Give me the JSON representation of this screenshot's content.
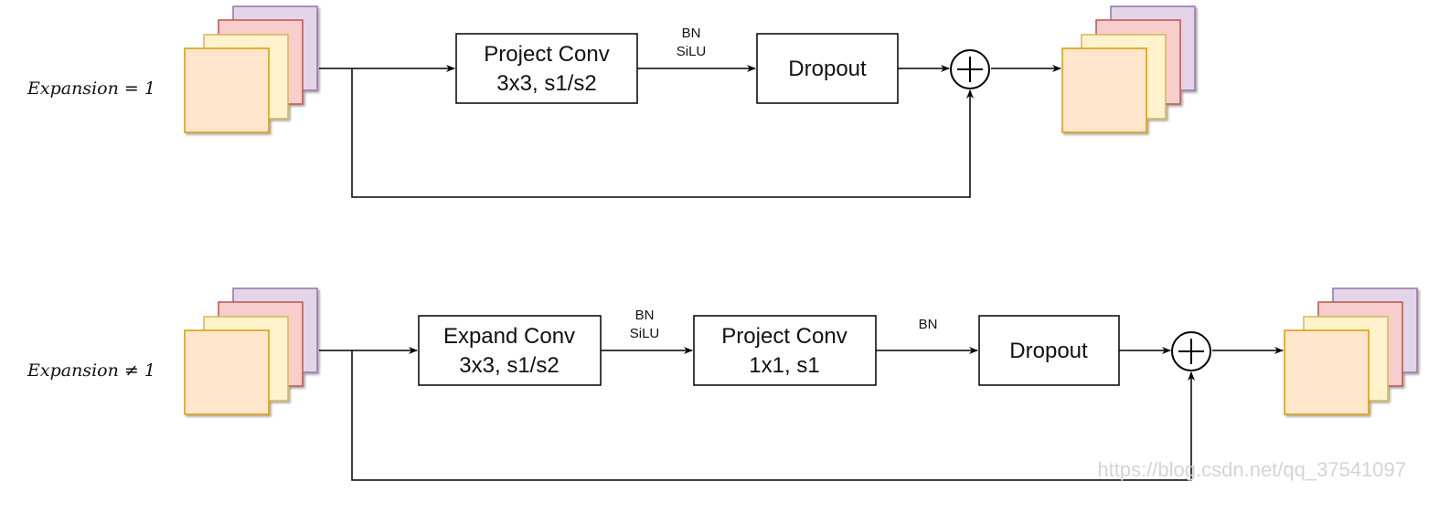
{
  "top_block": {
    "expansion_label": "Expansion = 1",
    "project_conv": {
      "line1": "Project Conv",
      "line2": "3x3, s1/s2"
    },
    "norm_label_1": "BN",
    "norm_label_2": "SiLU",
    "dropout": "Dropout"
  },
  "bottom_block": {
    "expansion_label": "Expansion ≠ 1",
    "expand_conv": {
      "line1": "Expand Conv",
      "line2": "3x3, s1/s2"
    },
    "norm_label_1": "BN",
    "norm_label_2": "SiLU",
    "project_conv": {
      "line1": "Project Conv",
      "line2": "1x1, s1"
    },
    "norm_label_3": "BN",
    "dropout": "Dropout"
  },
  "watermark": "https://blog.csdn.net/qq_37541097",
  "colors": {
    "layer_purple": "#e1d5e7",
    "layer_red": "#f8cecc",
    "layer_yellow": "#fff2cc",
    "layer_orange": "#ffe6cc",
    "stroke_purple": "#9673a6",
    "stroke_red": "#b85450",
    "stroke_yellow": "#d6b656",
    "stroke_orange": "#d79b00"
  }
}
